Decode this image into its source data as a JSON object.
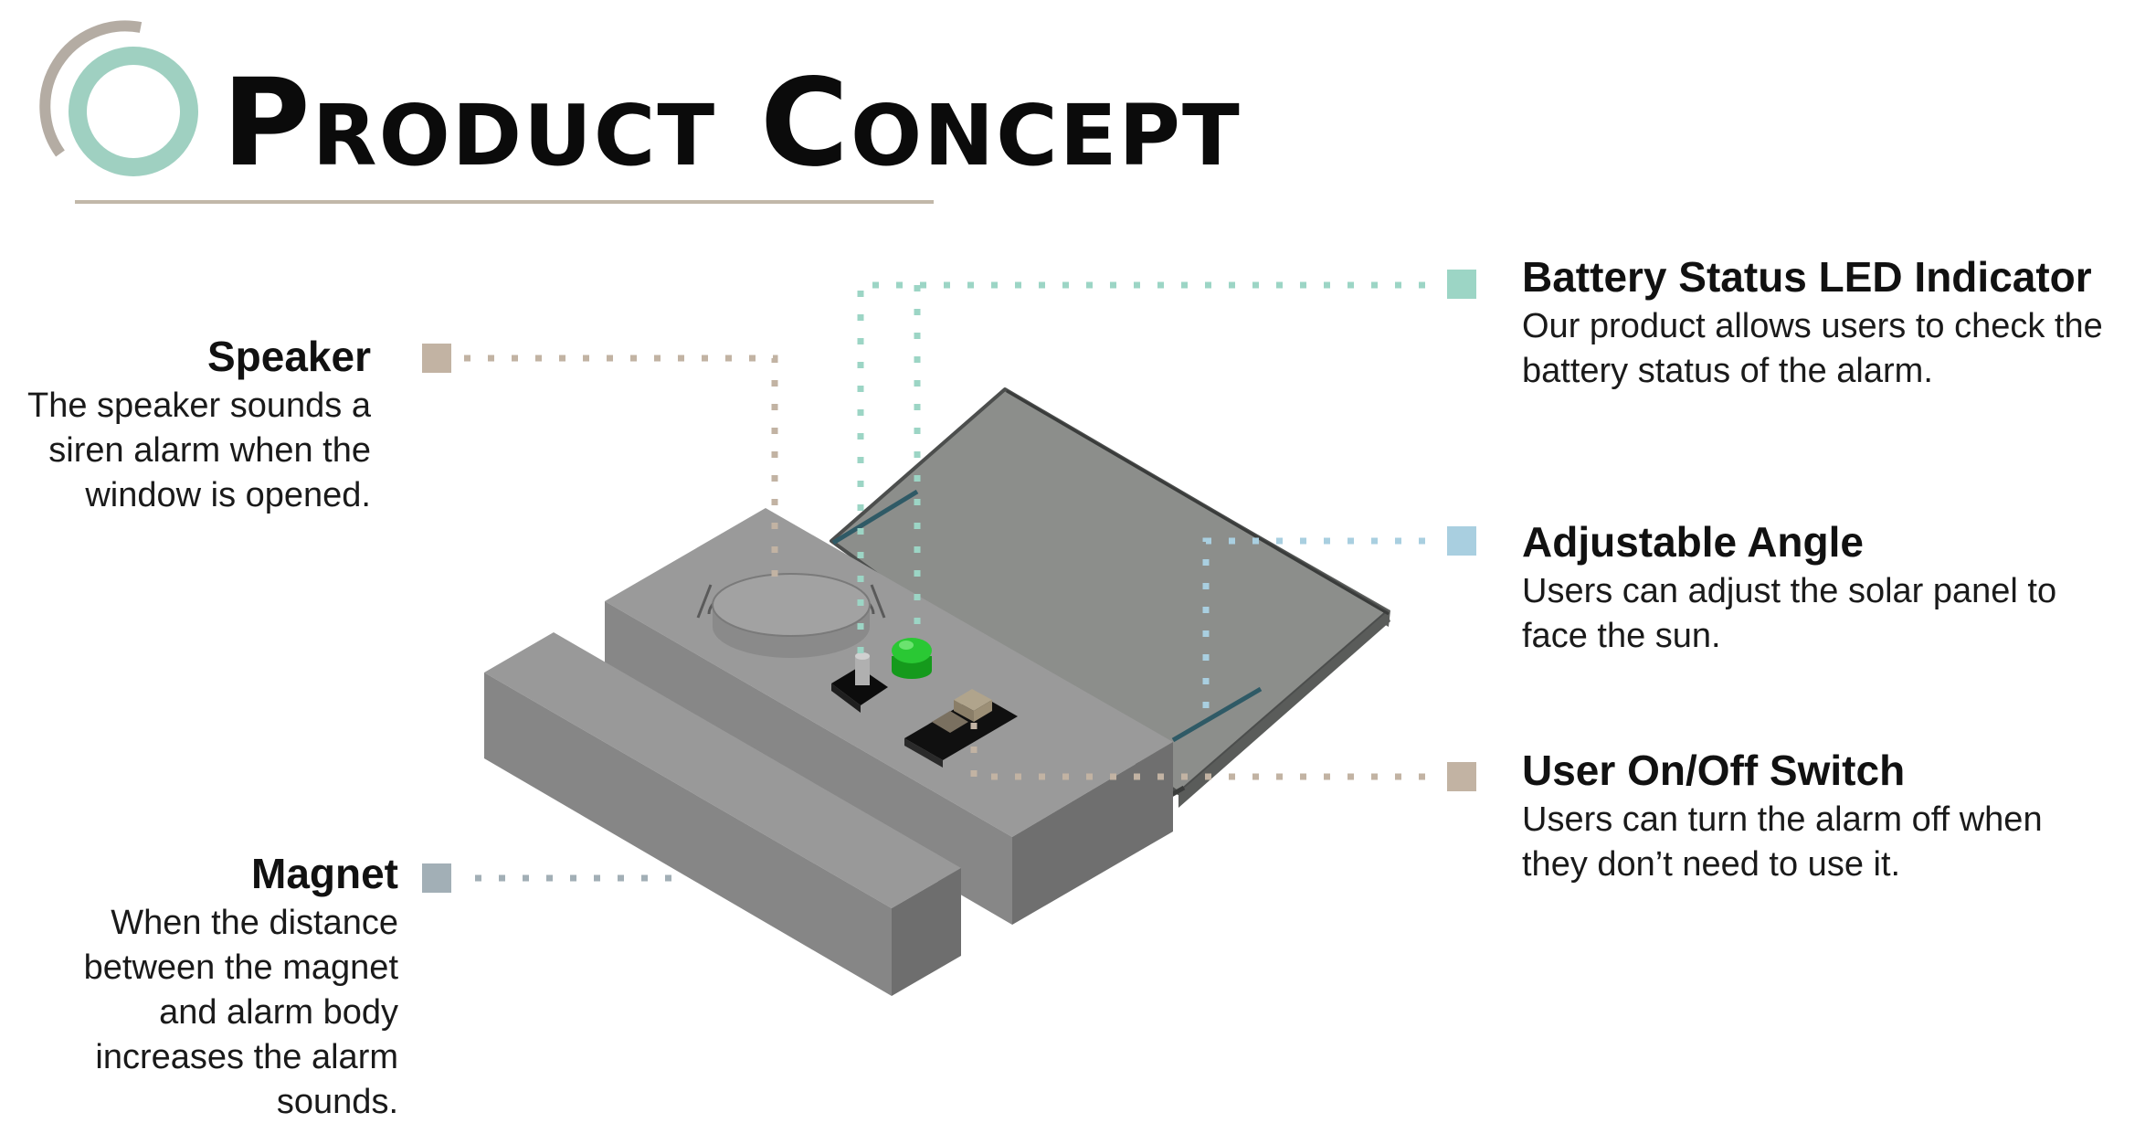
{
  "header": {
    "title": "Product Concept"
  },
  "callouts": {
    "speaker": {
      "title": "Speaker",
      "lines": [
        "The speaker sounds a",
        "siren alarm when the",
        "window is opened."
      ],
      "color": "#c2b3a3"
    },
    "magnet": {
      "title": "Magnet",
      "lines": [
        "When the distance",
        "between the magnet",
        "and alarm body",
        "increases the alarm",
        "sounds."
      ],
      "color": "#a2afb6"
    },
    "battery": {
      "title": "Battery Status LED Indicator",
      "lines": [
        "Our product allows users to check the",
        "battery status of the alarm."
      ],
      "color": "#9cd5c5"
    },
    "angle": {
      "title": "Adjustable Angle",
      "lines": [
        "Users can adjust the solar panel to",
        "face the sun."
      ],
      "color": "#a9cfe0"
    },
    "switch": {
      "title": "User On/Off Switch",
      "lines": [
        "Users can turn the alarm off when",
        "they don’t need to use it."
      ],
      "color": "#c2b3a3"
    }
  },
  "colors": {
    "logo_ring": "#9fd0c1",
    "logo_arc": "#b4aca3",
    "title_rule": "#c2b8a9",
    "device_body": "#8e8e8e",
    "led_green": "#22c32a",
    "solar_panel": "#8c8e8b"
  }
}
